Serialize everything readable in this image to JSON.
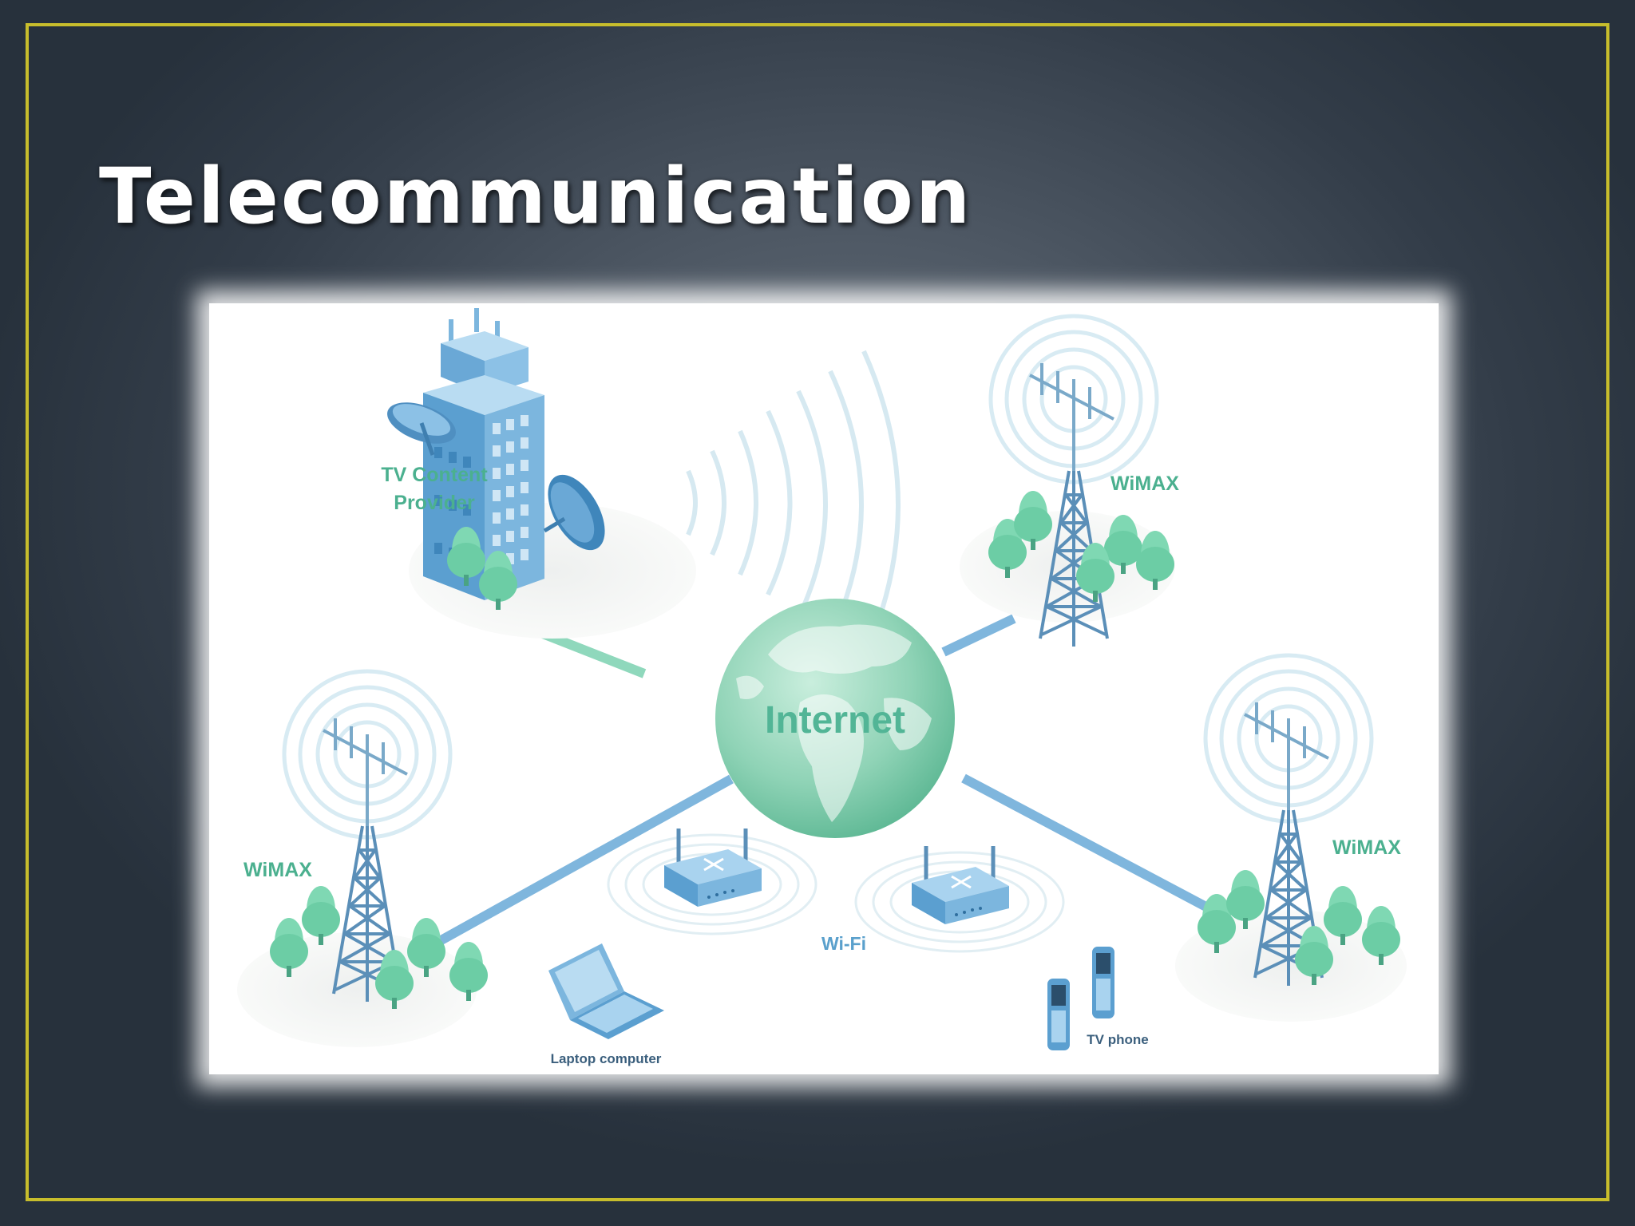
{
  "slide": {
    "title": "Telecommunication",
    "colors": {
      "frame": "#c7bd2c",
      "accent": "#5cc3a0",
      "blue": "#5b9fd0",
      "title": "#ffffff"
    }
  },
  "diagram": {
    "center": "Internet",
    "provider_label_line1": "TV Content",
    "provider_label_line2": "Provider",
    "wimax_label": "WiMAX",
    "wifi_label": "Wi-Fi",
    "laptop_label": "Laptop computer",
    "phone_label": "TV phone",
    "icons": [
      "building-icon",
      "satellite-dish-icon",
      "globe-icon",
      "tower-icon",
      "router-icon",
      "laptop-icon",
      "phone-icon",
      "tree-icon"
    ]
  }
}
